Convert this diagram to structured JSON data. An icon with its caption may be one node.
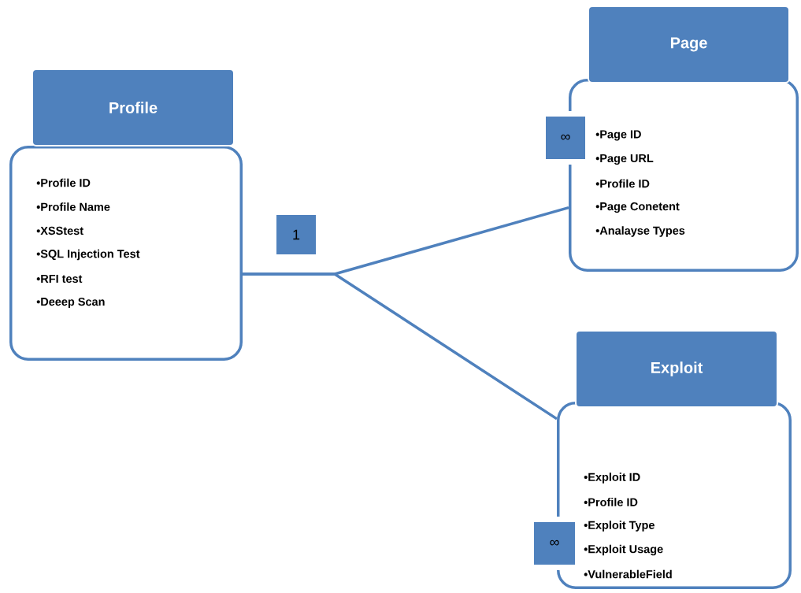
{
  "diagram": {
    "nodes": [
      {
        "text": [
          "Page"
        ]
      },
      {
        "text": [
          "•Page ID",
          "•Page URL",
          "•Profile ID",
          "•Page Conetent",
          "•Analayse Types"
        ]
      },
      {
        "text": [
          "∞"
        ]
      },
      {
        "text": [
          "Profile"
        ]
      },
      {
        "text": [
          "•Profile ID",
          "•Profile Name",
          "•XSStest",
          "•SQL Injection Test",
          "•RFI test",
          "•Deeep Scan"
        ]
      },
      {
        "text": [
          "1"
        ]
      },
      {
        "text": [
          "Exploit"
        ]
      },
      {
        "text": [
          "•Exploit ID",
          "•Profile ID",
          "•Exploit Type",
          "•Exploit Usage",
          "•VulnerableField"
        ]
      },
      {
        "text": [
          "∞"
        ]
      }
    ],
    "edges": [
      {
        "from": 4,
        "to": 1,
        "arrow": "none"
      },
      {
        "from": 4,
        "to": 7,
        "arrow": "none"
      }
    ]
  }
}
